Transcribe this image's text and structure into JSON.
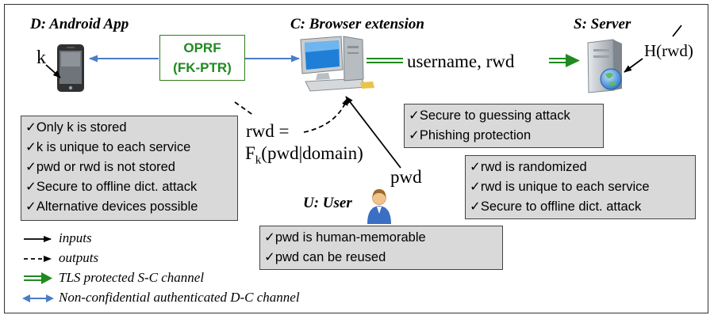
{
  "entities": {
    "device": "D: Android App",
    "client": "C: Browser extension",
    "server": "S: Server",
    "user": "U: User"
  },
  "oprf_box": {
    "line1": "OPRF",
    "line2": "(FK-PTR)"
  },
  "labels": {
    "k": "k",
    "username_rwd": "username, rwd",
    "h_rwd": "H(rwd)",
    "rwd_eq": "rwd =",
    "formula_f": "F",
    "formula_sub": "k",
    "formula_arg": "(pwd|domain)",
    "pwd": "pwd"
  },
  "device_properties": [
    "✓Only k is stored",
    "✓k is unique to each service",
    "✓pwd or rwd is not stored",
    "✓Secure to offline dict. attack",
    "✓Alternative devices possible"
  ],
  "channel_properties": [
    "✓Secure to guessing attack",
    "✓Phishing protection"
  ],
  "server_properties": [
    "✓rwd is randomized",
    "✓rwd is unique to each service",
    "✓Secure to offline dict. attack"
  ],
  "user_properties": [
    "✓pwd  is human-memorable",
    "✓pwd can be reused"
  ],
  "legend": [
    {
      "text": "inputs",
      "style": "solid-black"
    },
    {
      "text": "outputs",
      "style": "dashed-black"
    },
    {
      "text": "TLS protected S-C channel",
      "style": "double-green"
    },
    {
      "text": "Non-confidential authenticated D-C channel",
      "style": "double-blue"
    }
  ],
  "colors": {
    "green": "#1f8a1f",
    "blue": "#4a7cc7",
    "box_fill": "#d9d9d9",
    "border": "#444444"
  },
  "icons": [
    "smartphone-icon",
    "desktop-computer-icon",
    "server-icon",
    "user-icon"
  ]
}
